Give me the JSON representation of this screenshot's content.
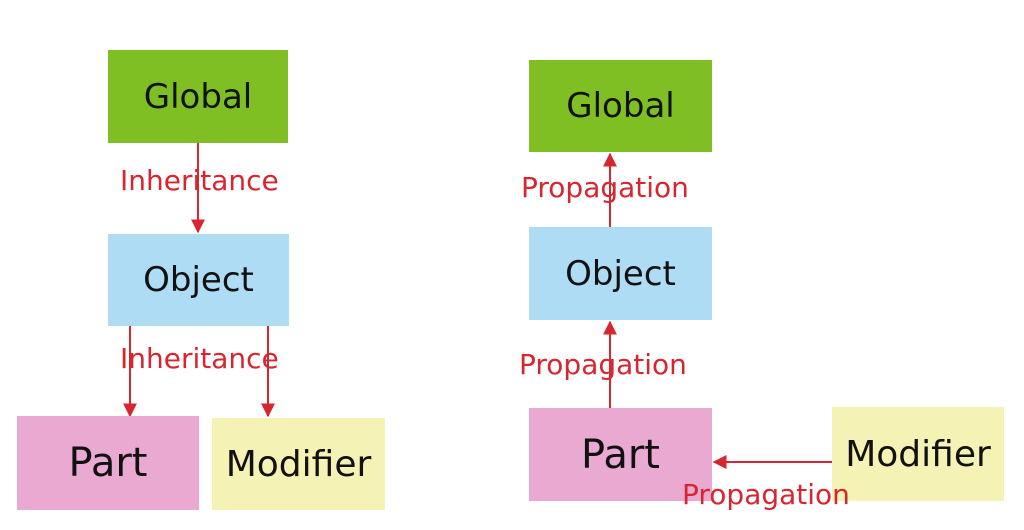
{
  "left_diagram": {
    "global_label": "Global",
    "object_label": "Object",
    "part_label": "Part",
    "modifier_label": "Modifier",
    "edge_global_object": "Inheritance",
    "edge_object_children": "Inheritance"
  },
  "right_diagram": {
    "global_label": "Global",
    "object_label": "Object",
    "part_label": "Part",
    "modifier_label": "Modifier",
    "edge_object_global": "Propagation",
    "edge_part_object": "Propagation",
    "edge_modifier_part": "Propagation"
  },
  "colors": {
    "global": "#7fbf24",
    "object": "#aedcf5",
    "part": "#e9a9d0",
    "modifier": "#f4f3b5",
    "arrow": "#d7262f"
  }
}
